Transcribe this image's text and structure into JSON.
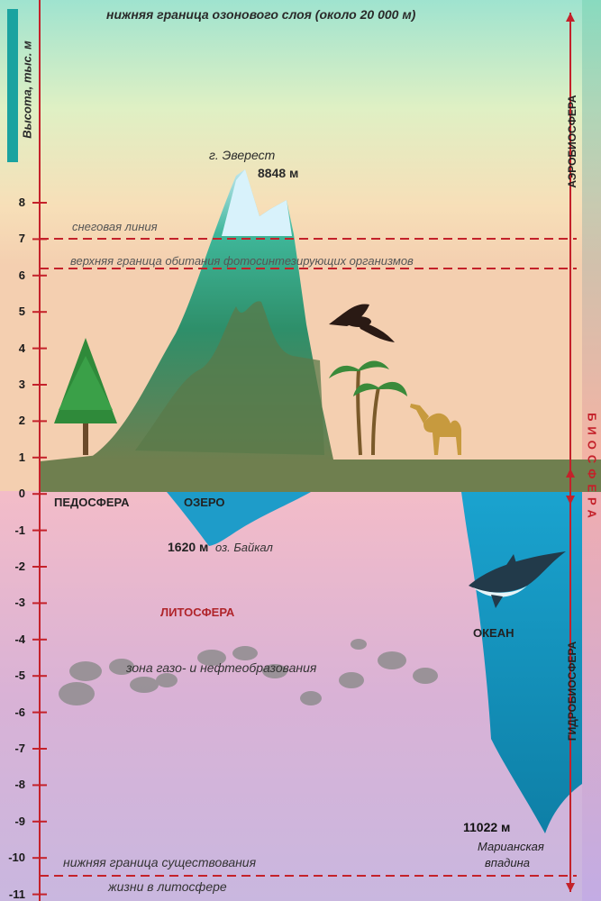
{
  "header": {
    "ozone_boundary": "нижняя граница озонового слоя (около 20 000 м)"
  },
  "axis": {
    "title": "Высота, тыс. м",
    "ticks": [
      "8",
      "7",
      "6",
      "5",
      "4",
      "3",
      "2",
      "1",
      "0",
      "-1",
      "-2",
      "-3",
      "-4",
      "-5",
      "-6",
      "-7",
      "-8",
      "-9",
      "-10",
      "-11"
    ]
  },
  "labels": {
    "everest_name": "г. Эверест",
    "everest_height": "8848 м",
    "snow_line": "снеговая линия",
    "photosynth_limit": "верхняя граница обитания фотосинтезирующих организмов",
    "pedosphere": "ПЕДОСФЕРА",
    "lake": "ОЗЕРО",
    "baikal_depth": "1620 м",
    "baikal_name": "оз. Байкал",
    "lithosphere": "ЛИТОСФЕРА",
    "gas_oil_zone": "зона газо- и нефтеобразования",
    "ocean": "ОКЕАН",
    "mariana_depth": "11022 м",
    "mariana_name_1": "Марианская",
    "mariana_name_2": "впадина",
    "lower_limit_1": "нижняя граница существования",
    "lower_limit_2": "жизни в литосфере",
    "aerobiosphere": "АЭРОБИОСФЕРА",
    "biosphere": "БИОСФЕРА",
    "hydrobiosphere": "ГИДРОБИОСФЕРА"
  },
  "colors": {
    "axis_red": "#c4212a",
    "mountain_green": "#2f9e6a",
    "ocean_blue": "#1f9fc4",
    "ground_olive": "#6f7f4f"
  }
}
